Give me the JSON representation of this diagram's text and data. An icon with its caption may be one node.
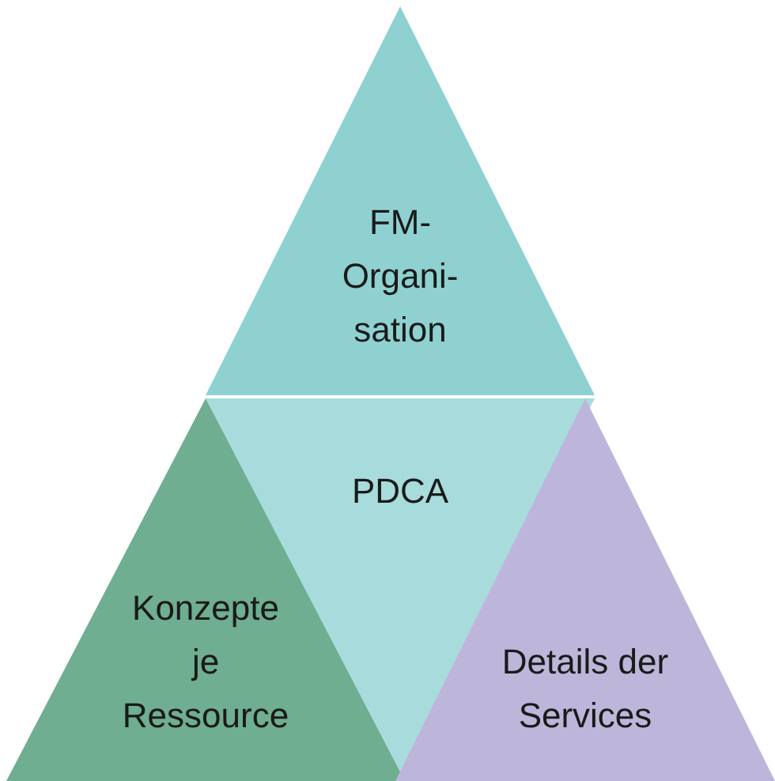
{
  "diagram": {
    "nodes": [
      {
        "text": [
          "FM- Organi- sation"
        ]
      },
      {
        "text": [
          "PDCA"
        ]
      },
      {
        "text": [
          "Konzepte je Ressource"
        ]
      },
      {
        "text": [
          "Details der Services"
        ]
      }
    ]
  }
}
